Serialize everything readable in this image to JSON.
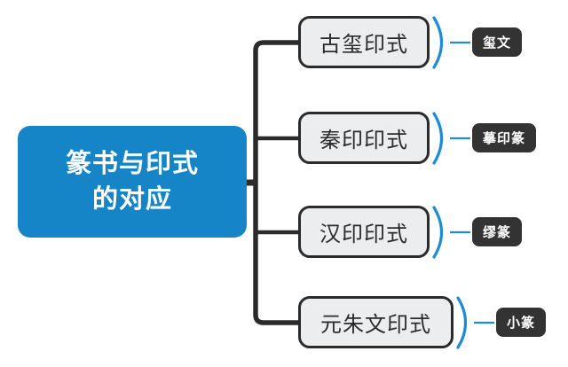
{
  "diagram": {
    "type": "mindmap-tree",
    "title": "篆书与印式的对应",
    "colors": {
      "root_fill": "#1585c8",
      "root_text": "#ffffff",
      "branch_fill": "#ebedef",
      "branch_border": "#2b2b2b",
      "branch_text": "#2b2b2b",
      "leaf_fill": "#333333",
      "leaf_text": "#ffffff",
      "connector": "#2b2b2b",
      "brace": "#1a8cd8",
      "background": "#ffffff"
    },
    "root": {
      "label": "篆书与印式\n的对应",
      "line1": "篆书与印式",
      "line2": "的对应"
    },
    "branches": [
      {
        "label": "古玺印式",
        "leaf": "玺文"
      },
      {
        "label": "秦印印式",
        "leaf": "摹印篆"
      },
      {
        "label": "汉印印式",
        "leaf": "缪篆"
      },
      {
        "label": "元朱文印式",
        "leaf": "小篆"
      }
    ]
  }
}
